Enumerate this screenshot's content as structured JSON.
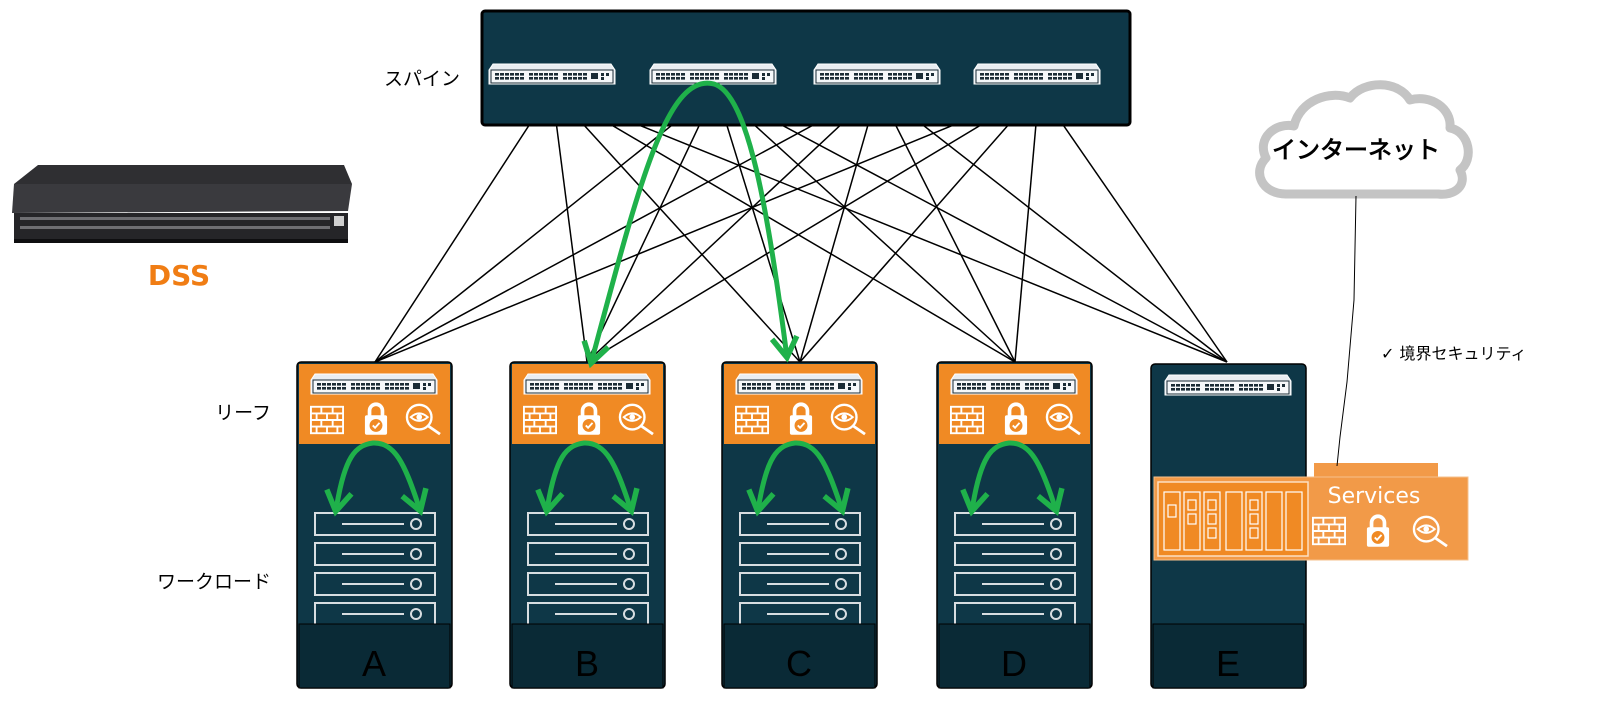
{
  "labels": {
    "spine": "スパイン",
    "leaf": "リーフ",
    "workload": "ワークロード",
    "dss": "DSS",
    "internet": "インターネット",
    "security_note": "✓ 境界セキュリティ",
    "services": "Services"
  },
  "racks": [
    {
      "letter": "A",
      "type": "dss-leaf"
    },
    {
      "letter": "B",
      "type": "dss-leaf"
    },
    {
      "letter": "C",
      "type": "dss-leaf"
    },
    {
      "letter": "D",
      "type": "dss-leaf"
    },
    {
      "letter": "E",
      "type": "services-leaf"
    }
  ],
  "spine_count": 4,
  "colors": {
    "dark_teal": "#0e3747",
    "deeper_teal": "#0a2a36",
    "orange": "#f08a24",
    "green_arrow": "#1fb14a",
    "link": "#000000",
    "dss_text": "#f07d14",
    "cloud_stroke": "#c4c4c4"
  }
}
